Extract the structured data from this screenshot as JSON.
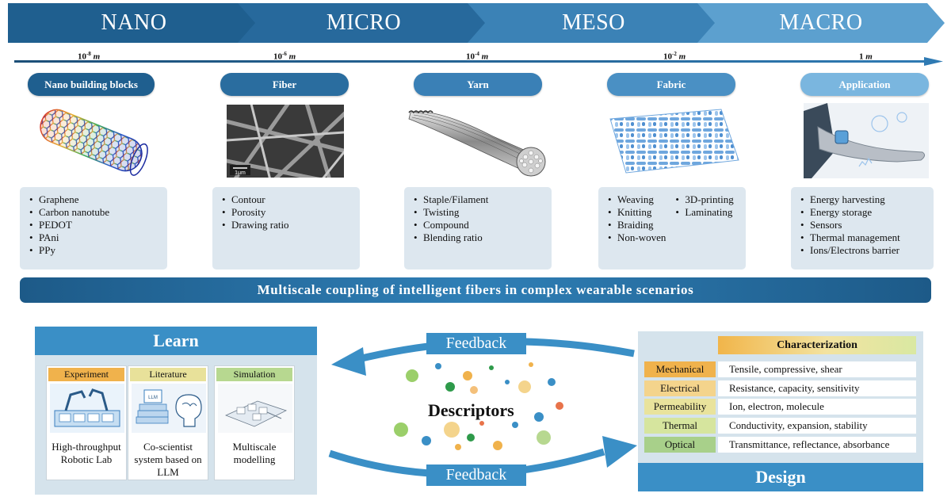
{
  "scale_stages": [
    "NANO",
    "MICRO",
    "MESO",
    "MACRO"
  ],
  "scale_colors": [
    "#1f5f8f",
    "#27699c",
    "#3b82b6",
    "#5ca0cf"
  ],
  "scale_ticks": [
    {
      "base": "10",
      "exp": "-8",
      "unit": "m"
    },
    {
      "base": "10",
      "exp": "-6",
      "unit": "m"
    },
    {
      "base": "10",
      "exp": "-4",
      "unit": "m"
    },
    {
      "base": "10",
      "exp": "-2",
      "unit": "m"
    },
    {
      "base": "1",
      "exp": "",
      "unit": "m"
    }
  ],
  "stages": [
    {
      "label": "Nano building blocks",
      "color": "#1f5f8f",
      "items": [
        "Graphene",
        "Carbon nanotube",
        "PEDOT",
        "PAni",
        "PPy"
      ]
    },
    {
      "label": "Fiber",
      "color": "#2a6d9f",
      "items": [
        "Contour",
        "Porosity",
        "Drawing ratio"
      ],
      "scale_bar": "1μm"
    },
    {
      "label": "Yarn",
      "color": "#3a80b6",
      "items": [
        "Staple/Filament",
        "Twisting",
        "Compound",
        "Blending ratio"
      ]
    },
    {
      "label": "Fabric",
      "color": "#4a90c4",
      "items_col1": [
        "Weaving",
        "Knitting",
        "Braiding",
        "Non-woven"
      ],
      "items_col2": [
        "3D-printing",
        "Laminating"
      ]
    },
    {
      "label": "Application",
      "color": "#7ab6df",
      "items": [
        "Energy harvesting",
        "Energy storage",
        "Sensors",
        "Thermal management",
        "Ions/Electrons barrier"
      ]
    }
  ],
  "banner": "Multiscale coupling of intelligent fibers in complex wearable scenarios",
  "learn": {
    "title": "Learn",
    "cards": [
      {
        "title": "Experiment",
        "title_color": "#f0b24c",
        "text_lines": [
          "High-throughput",
          "Robotic Lab"
        ]
      },
      {
        "title": "Literature",
        "title_color": "#e8e19a",
        "text_lines": [
          "Co-scientist",
          "system based on",
          "LLM"
        ]
      },
      {
        "title": "Simulation",
        "title_color": "#b7d890",
        "text_lines": [
          "Multiscale",
          "modelling"
        ]
      }
    ]
  },
  "feedback_top": "Feedback",
  "feedback_bottom": "Feedback",
  "descriptors": "Descriptors",
  "design": {
    "title": "Design",
    "characterization": "Characterization",
    "properties": [
      {
        "name": "Mechanical",
        "value": "Tensile, compressive, shear",
        "color": "#f0b24c"
      },
      {
        "name": "Electrical",
        "value": "Resistance, capacity, sensitivity",
        "color": "#f4d48c"
      },
      {
        "name": "Permeability",
        "value": "Ion, electron, molecule",
        "color": "#e9e39c"
      },
      {
        "name": "Thermal",
        "value": "Conductivity, expansion, stability",
        "color": "#d6e59e"
      },
      {
        "name": "Optical",
        "value": "Transmittance, reflectance, absorbance",
        "color": "#a8d08a"
      }
    ]
  }
}
